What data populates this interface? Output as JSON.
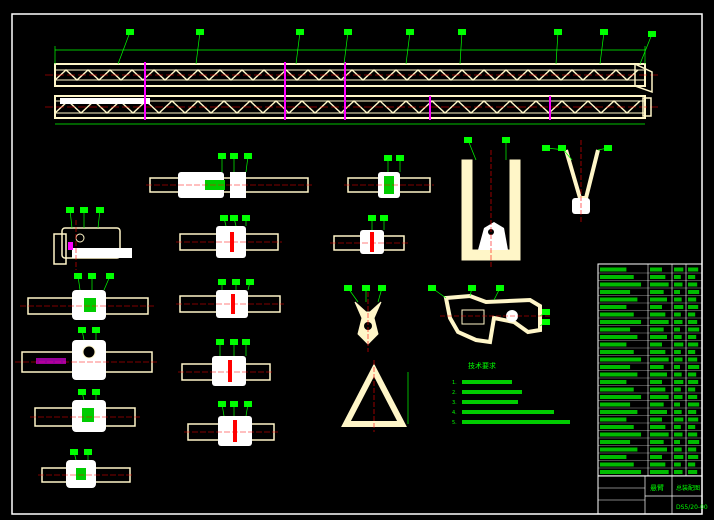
{
  "drawing": {
    "colors": {
      "background": "#000000",
      "frame": "#ffffff",
      "part": "#fff6c8",
      "part_fill": "#ffffff",
      "dimension": "#00ff00",
      "centerline": "#ff0000",
      "joint": "#ff00ff",
      "balloon": "#00ff00"
    },
    "notes": {
      "title": "技术要求",
      "items": [
        "1.",
        "2.",
        "3.",
        "4.",
        "5."
      ]
    },
    "title_block": {
      "drawing_no": "DS5/20-00",
      "name_line1": "悬臂",
      "name_line2": "总装配图"
    },
    "icons": [
      "part-balloon-icon",
      "weld-symbol-icon"
    ]
  }
}
